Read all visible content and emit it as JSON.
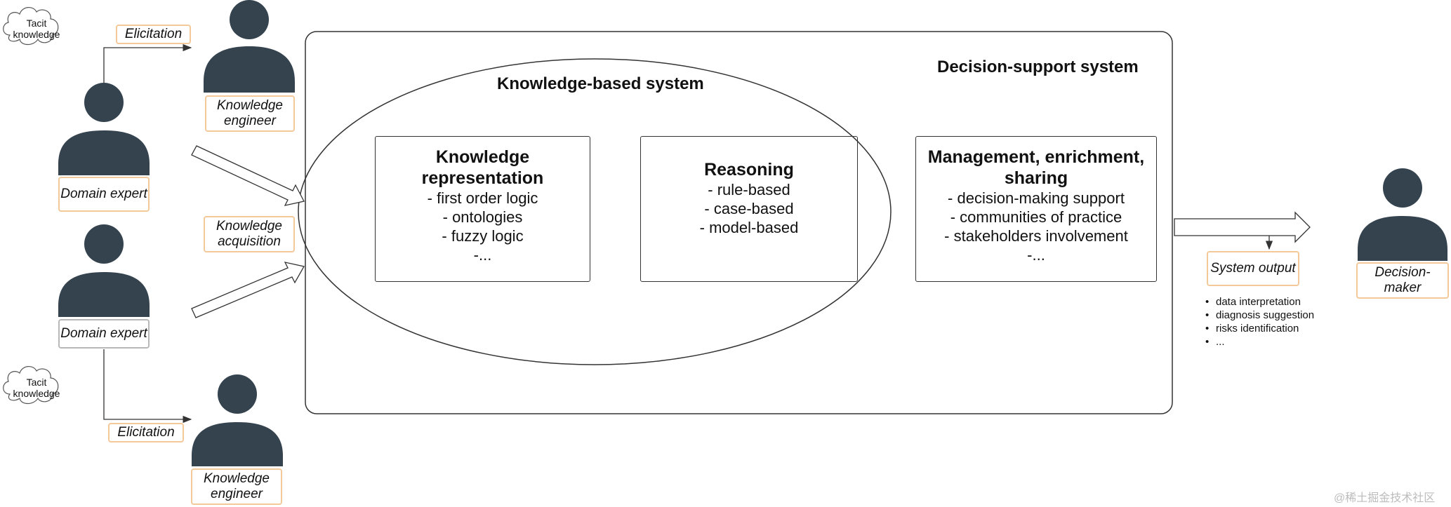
{
  "colors": {
    "person": "#35434f",
    "label_border": "#f3c99a",
    "label_border_grey": "#b8b8b8",
    "line": "#333333"
  },
  "icons": [
    "cloud-icon",
    "person-icon",
    "arrow-icon"
  ],
  "clouds": [
    "Tacit\nknowledge",
    "Tacit\nknowledge"
  ],
  "labels": {
    "elicitation_top": "Elicitation",
    "elicitation_bottom": "Elicitation",
    "knowledge_engineer_top": "Knowledge\nengineer",
    "knowledge_engineer_bottom": "Knowledge\nengineer",
    "domain_expert_top": "Domain expert",
    "domain_expert_bottom": "Domain expert",
    "knowledge_acquisition": "Knowledge\nacquisition",
    "system_output": "System output",
    "decision_maker": "Decision-maker"
  },
  "dss_title": "Decision-support system",
  "kbs_title": "Knowledge-based system",
  "boxes": {
    "kr": {
      "title": "Knowledge\nrepresentation",
      "items": [
        "- first order logic",
        "- ontologies",
        "- fuzzy logic",
        "-..."
      ]
    },
    "reasoning": {
      "title": "Reasoning",
      "items": [
        "- rule-based",
        "- case-based",
        "- model-based"
      ]
    },
    "mgmt": {
      "title": "Management, enrichment,\nsharing",
      "items": [
        "- decision-making support",
        "- communities of practice",
        "- stakeholders involvement",
        "-..."
      ]
    }
  },
  "output_items": [
    "data interpretation",
    "diagnosis suggestion",
    "risks identification",
    "..."
  ],
  "watermark": "@稀土掘金技术社区"
}
